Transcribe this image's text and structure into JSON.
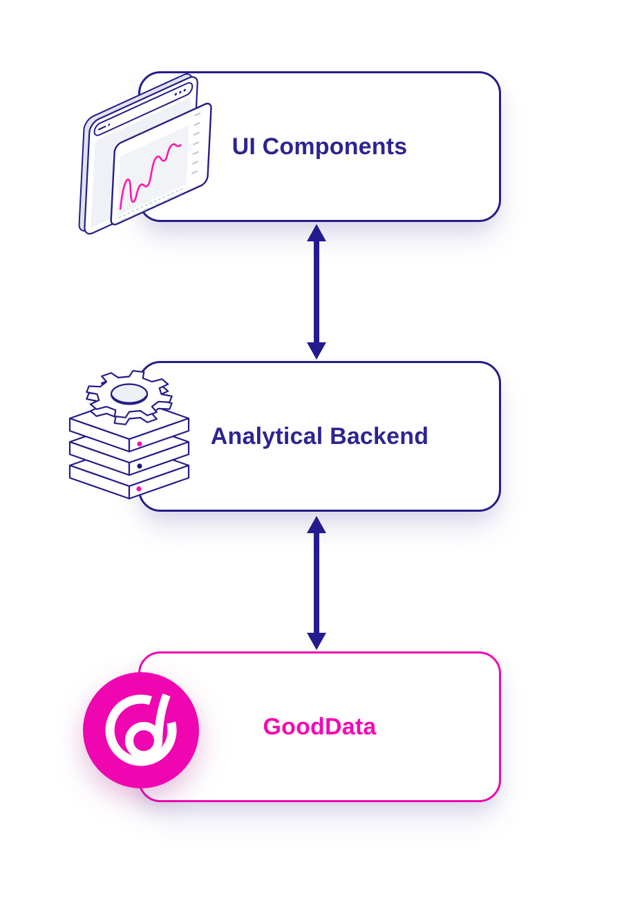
{
  "diagram": {
    "nodes": [
      {
        "id": "ui-components",
        "label": "UI Components",
        "border_color": "#241c87",
        "label_color": "#2d2492",
        "icon": "browser-analytics-icon"
      },
      {
        "id": "analytical-backend",
        "label": "Analytical Backend",
        "border_color": "#241c87",
        "label_color": "#2d2492",
        "icon": "server-gear-icon"
      },
      {
        "id": "gooddata",
        "label": "GoodData",
        "border_color": "#ef06b0",
        "label_color": "#f607b4",
        "icon": "gooddata-logo"
      }
    ],
    "connectors": [
      {
        "from": "UI Components",
        "to": "Analytical Backend",
        "type": "bidirectional-arrow",
        "color": "#241b8e"
      },
      {
        "from": "Analytical Backend",
        "to": "GoodData",
        "type": "bidirectional-arrow",
        "color": "#241b8e"
      }
    ],
    "colors": {
      "navy": "#241c87",
      "magenta": "#ef06b0",
      "chart_line": "#ff17ac",
      "background": "#ffffff"
    }
  }
}
